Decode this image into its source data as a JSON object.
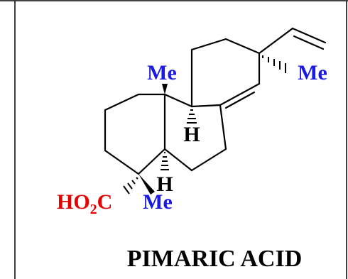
{
  "colors": {
    "me": "#1a1ae6",
    "carboxyl": "#e60000",
    "hydrogen": "#000000",
    "bond": "#000000"
  },
  "labels": {
    "me_top": "Me",
    "me_right": "Me",
    "me_bottom": "Me",
    "h_center": "H",
    "h_lower": "H",
    "carboxyl_ho": "HO",
    "carboxyl_sub": "2",
    "carboxyl_c": "C"
  },
  "caption": "PIMARIC ACID"
}
